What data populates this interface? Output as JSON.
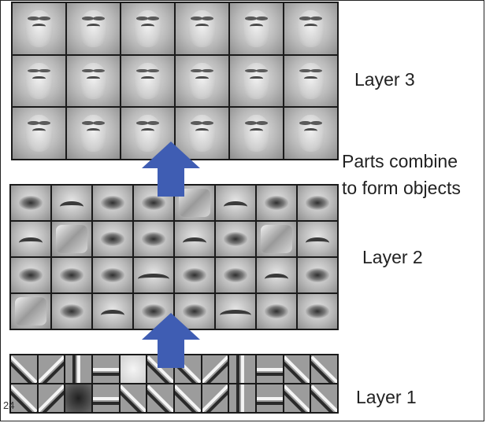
{
  "layers": {
    "layer3": {
      "label": "Layer 3",
      "rows": 3,
      "cols": 6
    },
    "layer2": {
      "label": "Layer 2",
      "rows": 4,
      "cols": 8
    },
    "layer1": {
      "label": "Layer 1",
      "rows": 2,
      "cols": 12
    }
  },
  "annotation": {
    "line1": "Parts combine",
    "line2": "to form objects"
  },
  "page_number": "24",
  "colors": {
    "arrow": "#3f5db3",
    "text": "#222222",
    "border": "#1a1a1a"
  }
}
